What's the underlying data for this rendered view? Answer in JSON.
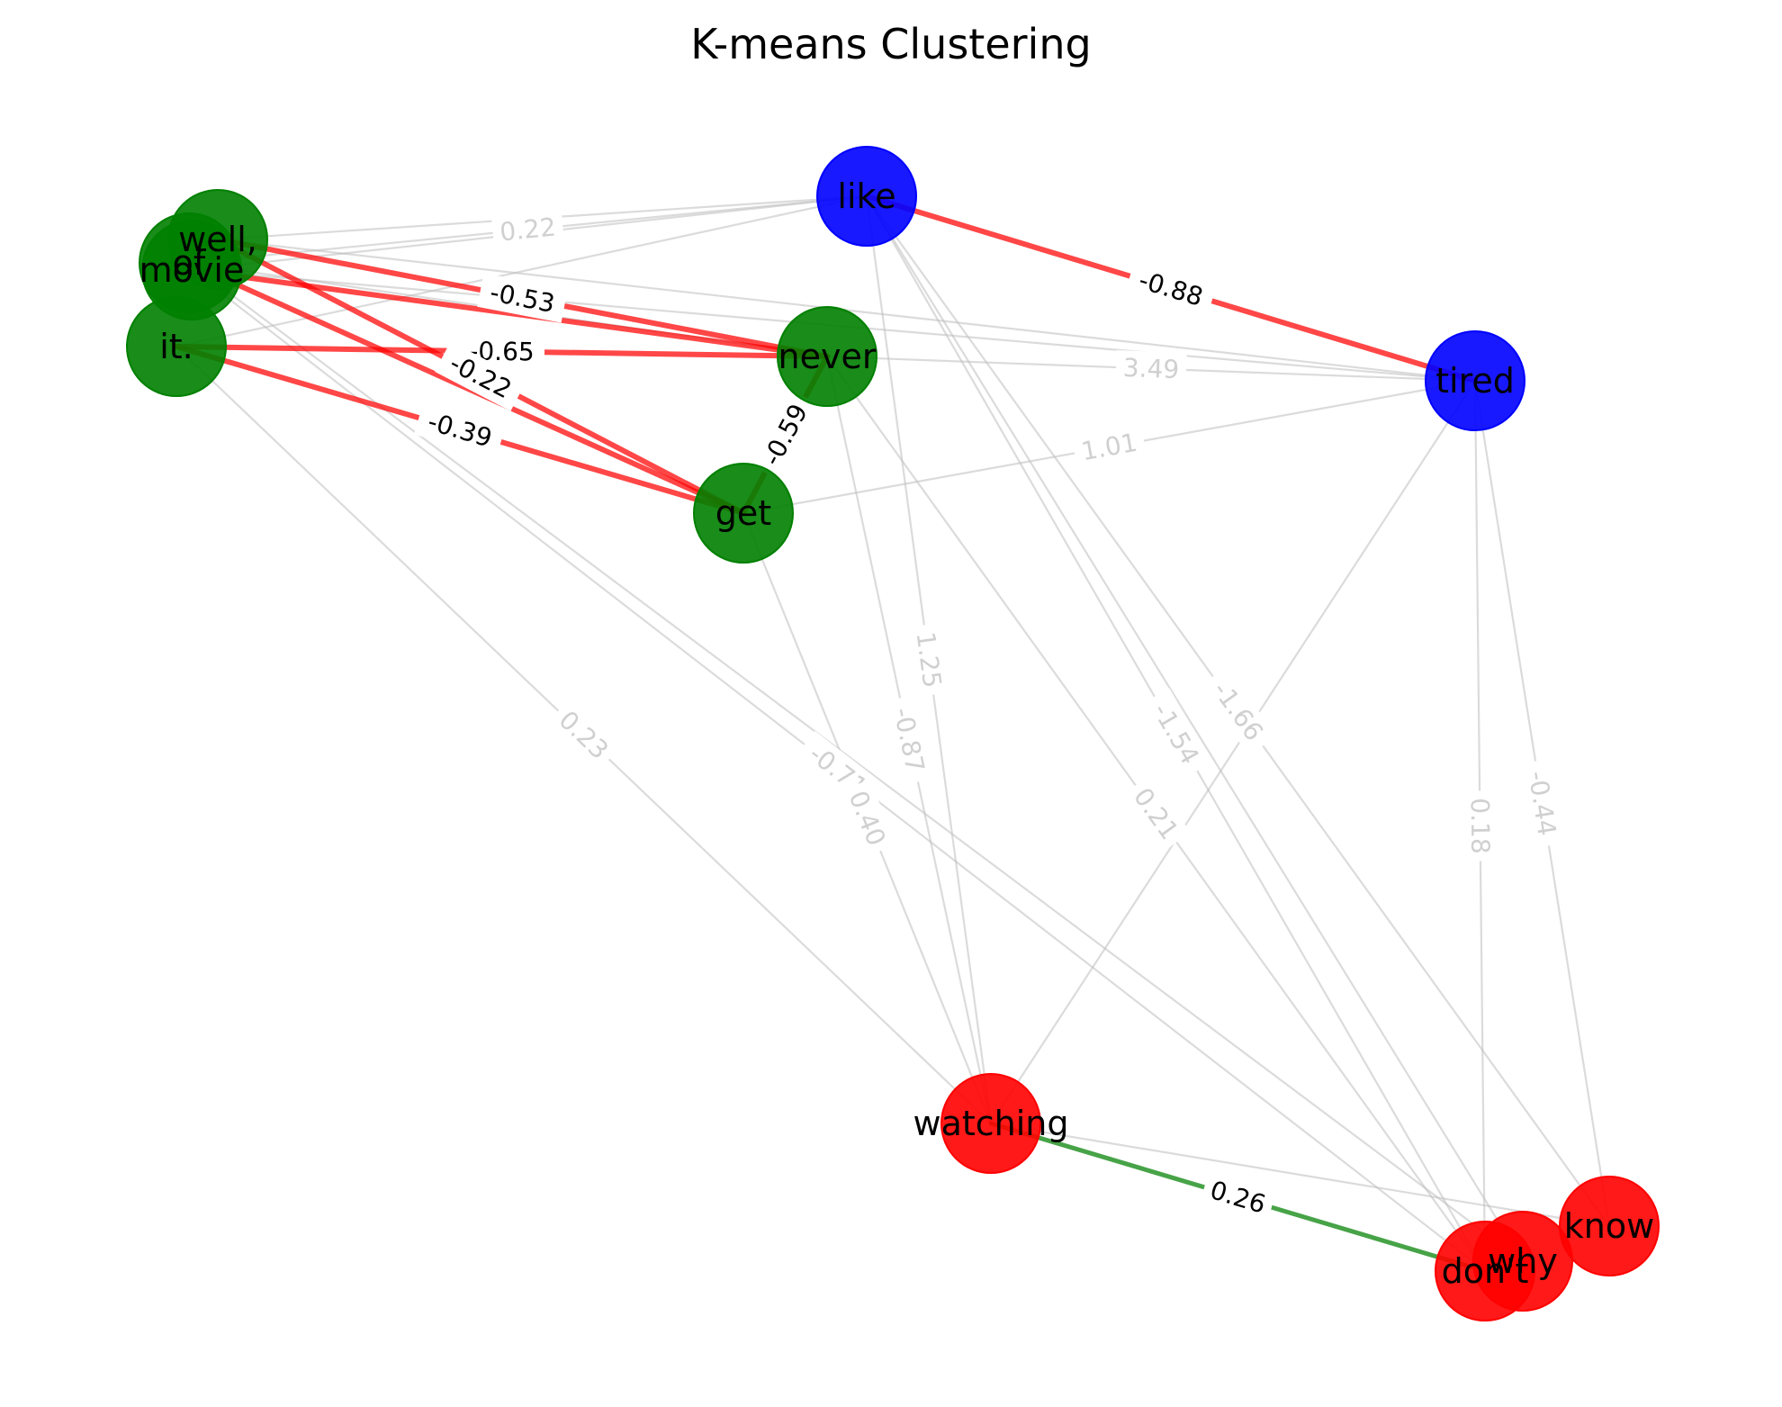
{
  "title": "K-means Clustering",
  "colors": {
    "cluster_green": "#008000",
    "cluster_blue": "#0000ff",
    "cluster_red": "#ff0000",
    "edge_negative": "#ff0000",
    "edge_positive": "#008000",
    "edge_weak": "#bdbdbd"
  },
  "nodes": [
    {
      "id": "well,",
      "cluster": "green"
    },
    {
      "id": "of",
      "cluster": "green"
    },
    {
      "id": "movie",
      "cluster": "green"
    },
    {
      "id": "it.",
      "cluster": "green"
    },
    {
      "id": "never",
      "cluster": "green"
    },
    {
      "id": "get",
      "cluster": "green"
    },
    {
      "id": "like",
      "cluster": "blue"
    },
    {
      "id": "tired",
      "cluster": "blue"
    },
    {
      "id": "watching",
      "cluster": "red"
    },
    {
      "id": "don't",
      "cluster": "red"
    },
    {
      "id": "why",
      "cluster": "red"
    },
    {
      "id": "know",
      "cluster": "red"
    }
  ],
  "edges": [
    {
      "source": "like",
      "target": "tired",
      "weight": "-0.88",
      "kind": "negative"
    },
    {
      "source": "well,",
      "target": "never",
      "weight": "-0.53",
      "kind": "negative"
    },
    {
      "source": "movie",
      "target": "never",
      "weight": "",
      "kind": "negative"
    },
    {
      "source": "it.",
      "target": "never",
      "weight": "-0.65",
      "kind": "negative"
    },
    {
      "source": "of",
      "target": "get",
      "weight": "",
      "kind": "negative"
    },
    {
      "source": "well,",
      "target": "get",
      "weight": "-0.22",
      "kind": "negative"
    },
    {
      "source": "it.",
      "target": "get",
      "weight": "-0.39",
      "kind": "negative"
    },
    {
      "source": "never",
      "target": "get",
      "weight": "-0.59",
      "kind": "negative"
    },
    {
      "source": "watching",
      "target": "don't",
      "weight": "0.26",
      "kind": "positive"
    },
    {
      "source": "well,",
      "target": "like",
      "weight": "",
      "kind": "weak"
    },
    {
      "source": "of",
      "target": "like",
      "weight": "0.22",
      "kind": "weak"
    },
    {
      "source": "movie",
      "target": "like",
      "weight": "",
      "kind": "weak"
    },
    {
      "source": "it.",
      "target": "like",
      "weight": "",
      "kind": "weak"
    },
    {
      "source": "of",
      "target": "never",
      "weight": "",
      "kind": "weak"
    },
    {
      "source": "well,",
      "target": "tired",
      "weight": "",
      "kind": "weak"
    },
    {
      "source": "movie",
      "target": "tired",
      "weight": "",
      "kind": "weak"
    },
    {
      "source": "never",
      "target": "tired",
      "weight": "3.49",
      "kind": "weak"
    },
    {
      "source": "get",
      "target": "tired",
      "weight": "1.01",
      "kind": "weak"
    },
    {
      "source": "it.",
      "target": "watching",
      "weight": "0.23",
      "kind": "weak"
    },
    {
      "source": "movie",
      "target": "don't",
      "weight": "-0.71",
      "kind": "weak"
    },
    {
      "source": "of",
      "target": "why",
      "weight": "",
      "kind": "weak"
    },
    {
      "source": "get",
      "target": "watching",
      "weight": "0.40",
      "kind": "weak"
    },
    {
      "source": "like",
      "target": "watching",
      "weight": "1.25",
      "kind": "weak"
    },
    {
      "source": "never",
      "target": "watching",
      "weight": "-0.87",
      "kind": "weak"
    },
    {
      "source": "never",
      "target": "don't",
      "weight": "0.21",
      "kind": "weak"
    },
    {
      "source": "like",
      "target": "don't",
      "weight": "-1.54",
      "kind": "weak"
    },
    {
      "source": "like",
      "target": "why",
      "weight": "",
      "kind": "weak"
    },
    {
      "source": "like",
      "target": "know",
      "weight": "-1.66",
      "kind": "weak"
    },
    {
      "source": "tired",
      "target": "watching",
      "weight": "",
      "kind": "weak"
    },
    {
      "source": "tired",
      "target": "don't",
      "weight": "0.18",
      "kind": "weak"
    },
    {
      "source": "tired",
      "target": "know",
      "weight": "-0.44",
      "kind": "weak"
    },
    {
      "source": "watching",
      "target": "know",
      "weight": "",
      "kind": "weak"
    }
  ]
}
